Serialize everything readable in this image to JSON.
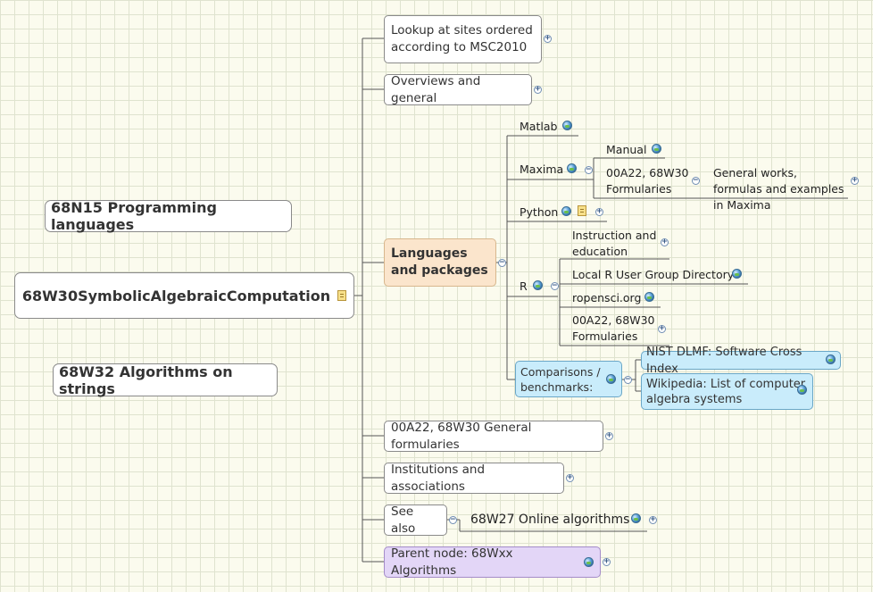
{
  "roots": {
    "programming_languages": "68N15 Programming languages",
    "symbolic_computation": "68W30SymbolicAlgebraicComputation",
    "algorithms_on_strings": "68W32 Algorithms on strings"
  },
  "branches": {
    "lookup_msc": "Lookup at sites ordered according to MSC2010",
    "overviews": "Overviews and general",
    "languages": "Languages and packages",
    "general_formularies": "00A22, 68W30 General formularies",
    "institutions": "Institutions and associations",
    "see_also": "See also",
    "parent_node": "Parent node: 68Wxx Algorithms"
  },
  "languages": {
    "matlab": "Matlab",
    "maxima": "Maxima",
    "maxima_manual": "Manual",
    "maxima_formularies": "00A22, 68W30 Formularies",
    "maxima_general_works": "General works, formulas and examples in Maxima",
    "python": "Python",
    "r": "R",
    "r_instruction": "Instruction and education",
    "r_user_group": "Local R User Group Directory",
    "r_ropensci": "ropensci.org",
    "r_formularies": "00A22, 68W30 Formularies",
    "comparisons": "Comparisons / benchmarks:",
    "nist_dlmf": "NIST DLMF: Software Cross Index",
    "wikipedia": "Wikipedia: List of computer algebra systems"
  },
  "see_also_items": {
    "online_algorithms": "68W27 Online algorithms"
  },
  "colors": {
    "background": "#fbfbee",
    "central_topic": "#ffffff",
    "languages_highlight": "#fbe5cc",
    "comparisons_highlight": "#c9ecfb",
    "parent_node": "#e3d6f7",
    "connector": "#555555"
  }
}
